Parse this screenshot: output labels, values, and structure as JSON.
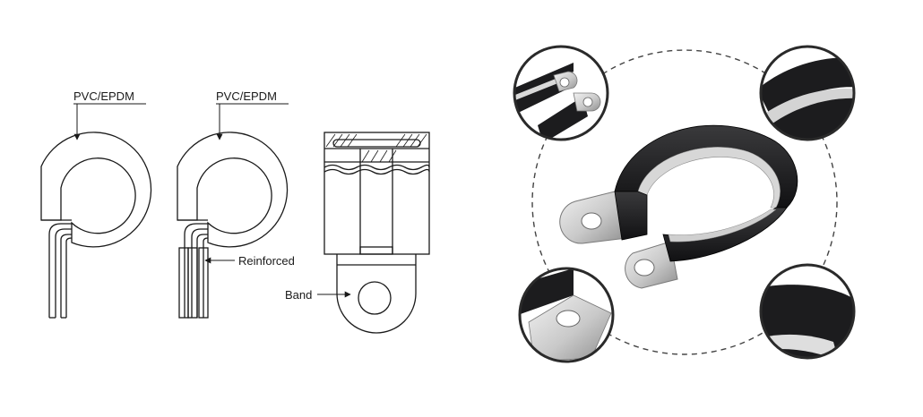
{
  "labels": {
    "liner_left": "PVC/EPDM",
    "liner_mid": "PVC/EPDM",
    "reinforced": "Reinforced",
    "band": "Band"
  },
  "colors": {
    "line": "#1a1a1a",
    "rubber": "#1c1c1e",
    "steel_light": "#e6e6e6",
    "steel_dark": "#9b9b9b",
    "dashed_ring": "#444444"
  },
  "icons": {
    "detail_1": "mounting-tab-detail-icon",
    "detail_2": "rubber-band-edge-detail-icon",
    "detail_3": "tab-hole-detail-icon",
    "detail_4": "rubber-lining-detail-icon"
  }
}
